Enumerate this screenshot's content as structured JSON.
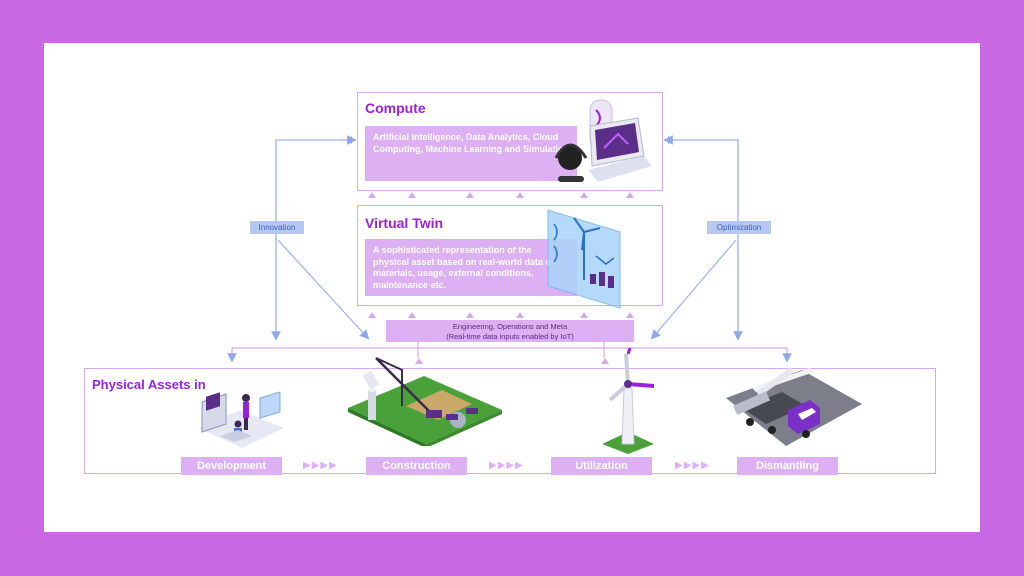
{
  "compute": {
    "title": "Compute",
    "description": "Artificial Intelligence, Data Analytics, Cloud Computing, Machine Learning and Simulation"
  },
  "virtual_twin": {
    "title": "Virtual Twin",
    "description": "A sophisticated representation of the physical asset based on real-world data on materials, usage, external conditions, maintenance etc."
  },
  "side_labels": {
    "innovation": "Innovation",
    "optimization": "Optimization"
  },
  "engineering": {
    "line1": "Engineering, Operations and Meta",
    "line2": "(Real-time data inputs enabled by IoT)"
  },
  "physical": {
    "title": "Physical Assets in",
    "stages": [
      "Development",
      "Construction",
      "Utilization",
      "Dismantling"
    ],
    "chevrons": "▶▶▶▶"
  },
  "colors": {
    "background": "#c96ae4",
    "accent": "#9b1fe0",
    "box_fill": "#dcb0f2",
    "arrow": "#8fa8ea"
  }
}
